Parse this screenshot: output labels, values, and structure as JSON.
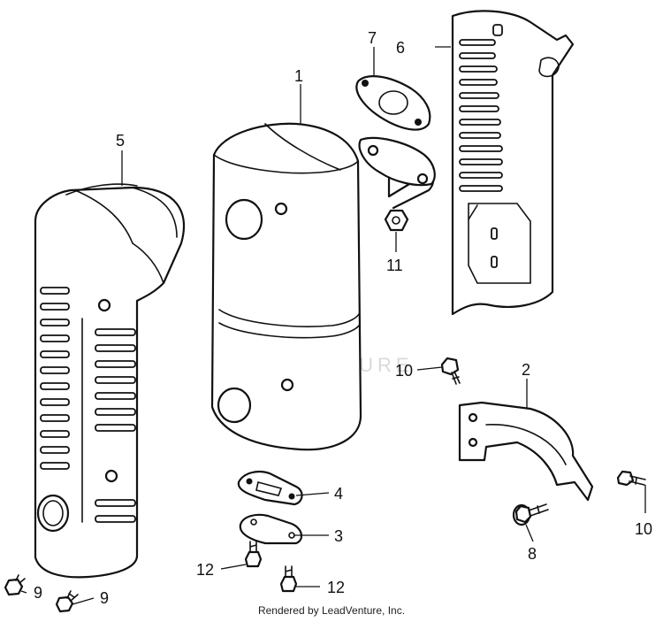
{
  "diagram": {
    "callouts": [
      "1",
      "2",
      "3",
      "4",
      "5",
      "6",
      "7",
      "8",
      "9",
      "9",
      "10",
      "10",
      "11",
      "12",
      "12"
    ]
  },
  "watermark": "LEADVENTURE",
  "footer": {
    "text": "Rendered by LeadVenture, Inc."
  }
}
